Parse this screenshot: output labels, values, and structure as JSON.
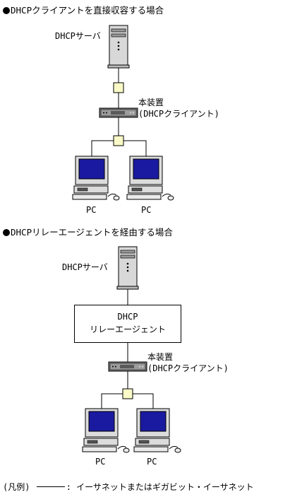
{
  "scenario1": {
    "title": "DHCPクライアントを直接収容する場合",
    "server_label": "DHCPサーバ",
    "device_label_1": "本装置",
    "device_label_2": "(DHCPクライアント)",
    "pc_labels": [
      "PC",
      "PC"
    ]
  },
  "scenario2": {
    "title": "DHCPリレーエージェントを経由する場合",
    "server_label": "DHCPサーバ",
    "relay_label_1": "DHCP",
    "relay_label_2": "リレーエージェント",
    "device_label_1": "本装置",
    "device_label_2": "(DHCPクライアント)",
    "pc_labels": [
      "PC",
      "PC"
    ]
  },
  "legend": {
    "prefix": "(凡例)",
    "suffix": ": イーサネットまたはギガビット・イーサネット"
  },
  "colors": {
    "monitor_screen": "#1a1aa0",
    "hub": "#fafac8",
    "device_body": "#7a7a7a"
  }
}
